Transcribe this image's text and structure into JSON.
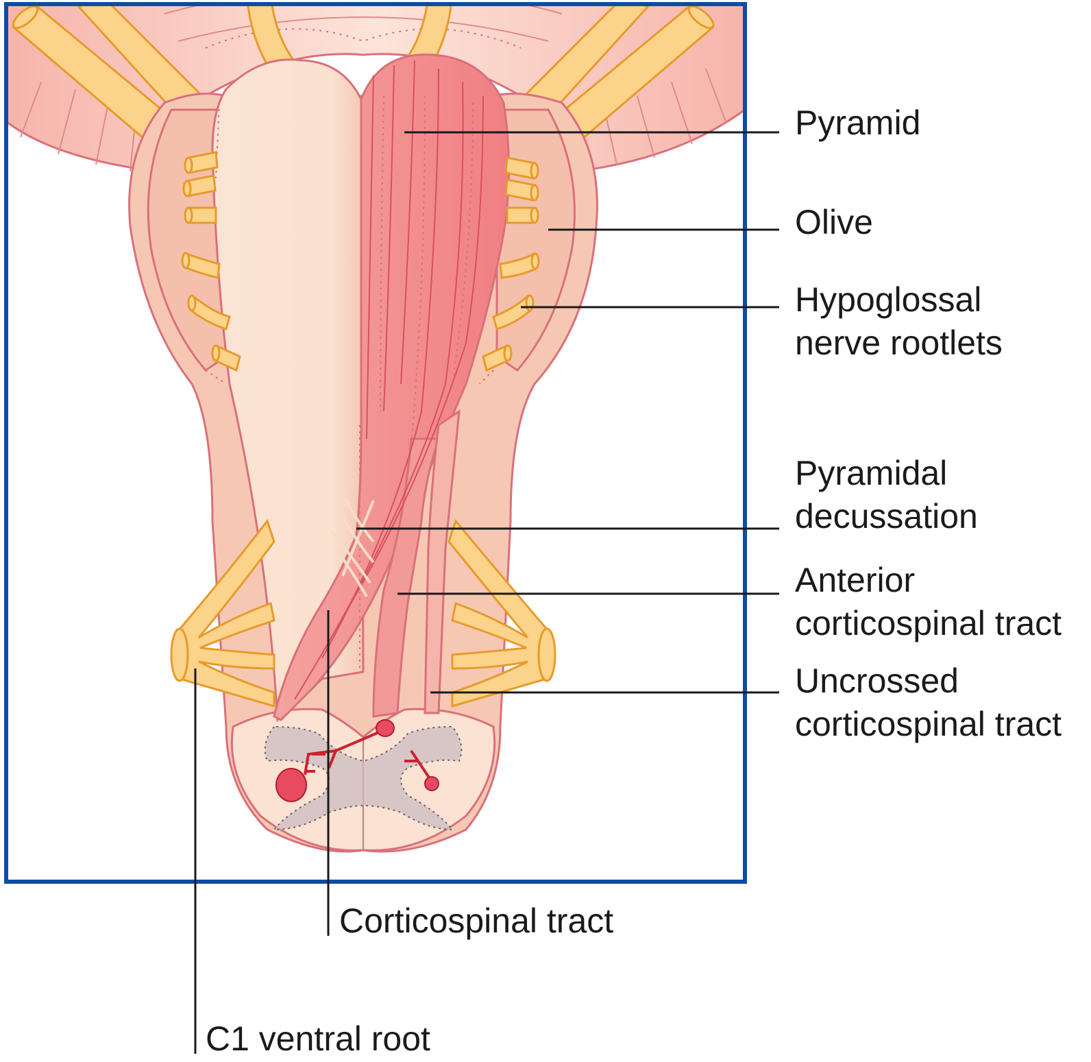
{
  "colors": {
    "frame": "#0b4ea2",
    "tissue_light": "#fbe2d2",
    "tissue_mid": "#f6c8b4",
    "tissue_outline": "#d9707a",
    "tract_red": "#f08a8a",
    "tract_dark": "#e0606a",
    "nerve_fill": "#fbd38a",
    "nerve_outline": "#e89a2a",
    "gray_matter": "#cbbcc0",
    "neuron": "#e84a5f",
    "leader": "#1a1a1a"
  },
  "labels": {
    "pyramid": "Pyramid",
    "olive": "Olive",
    "hypoglossal_1": "Hypoglossal",
    "hypoglossal_2": "nerve rootlets",
    "decussation_1": "Pyramidal",
    "decussation_2": "decussation",
    "anterior_1": "Anterior",
    "anterior_2": "corticospinal tract",
    "uncrossed_1": "Uncrossed",
    "uncrossed_2": "corticospinal tract",
    "corticospinal": "Corticospinal tract",
    "c1_root": "C1 ventral root"
  }
}
